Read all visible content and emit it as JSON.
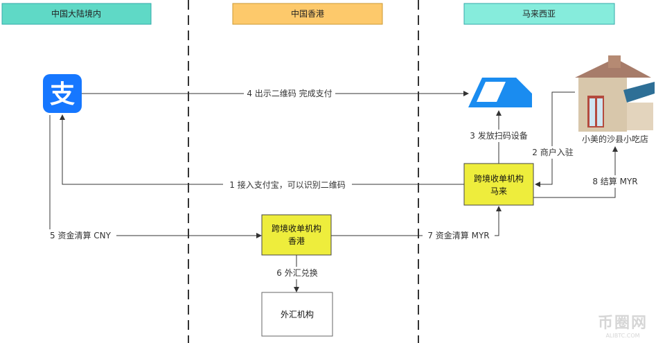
{
  "regions": {
    "mainland": "中国大陆境内",
    "hongkong": "中国香港",
    "malaysia": "马来西亚"
  },
  "nodes": {
    "acquirer_my": [
      "跨境收单机构",
      "马来"
    ],
    "acquirer_hk": [
      "跨境收单机构",
      "香港"
    ],
    "fx": "外汇机构",
    "shop": "小美的沙县小吃店"
  },
  "steps": {
    "s1": "1 接入支付宝，可以识别二维码",
    "s2": "2 商户入驻",
    "s3": "3 发放扫码设备",
    "s4": "4 出示二维码 完成支付",
    "s5": "5 资金清算 CNY",
    "s6": "6 外汇兑换",
    "s7": "7 资金清算 MYR",
    "s8": "8 结算 MYR"
  },
  "watermark": {
    "name": "币圈网",
    "url": "ALIBTC.COM"
  },
  "colors": {
    "teal": "#5fd9c6",
    "teal_light": "#86ecdc",
    "orange": "#fdc96b",
    "yellow": "#eeed3c",
    "alipay": "#1677ff"
  }
}
